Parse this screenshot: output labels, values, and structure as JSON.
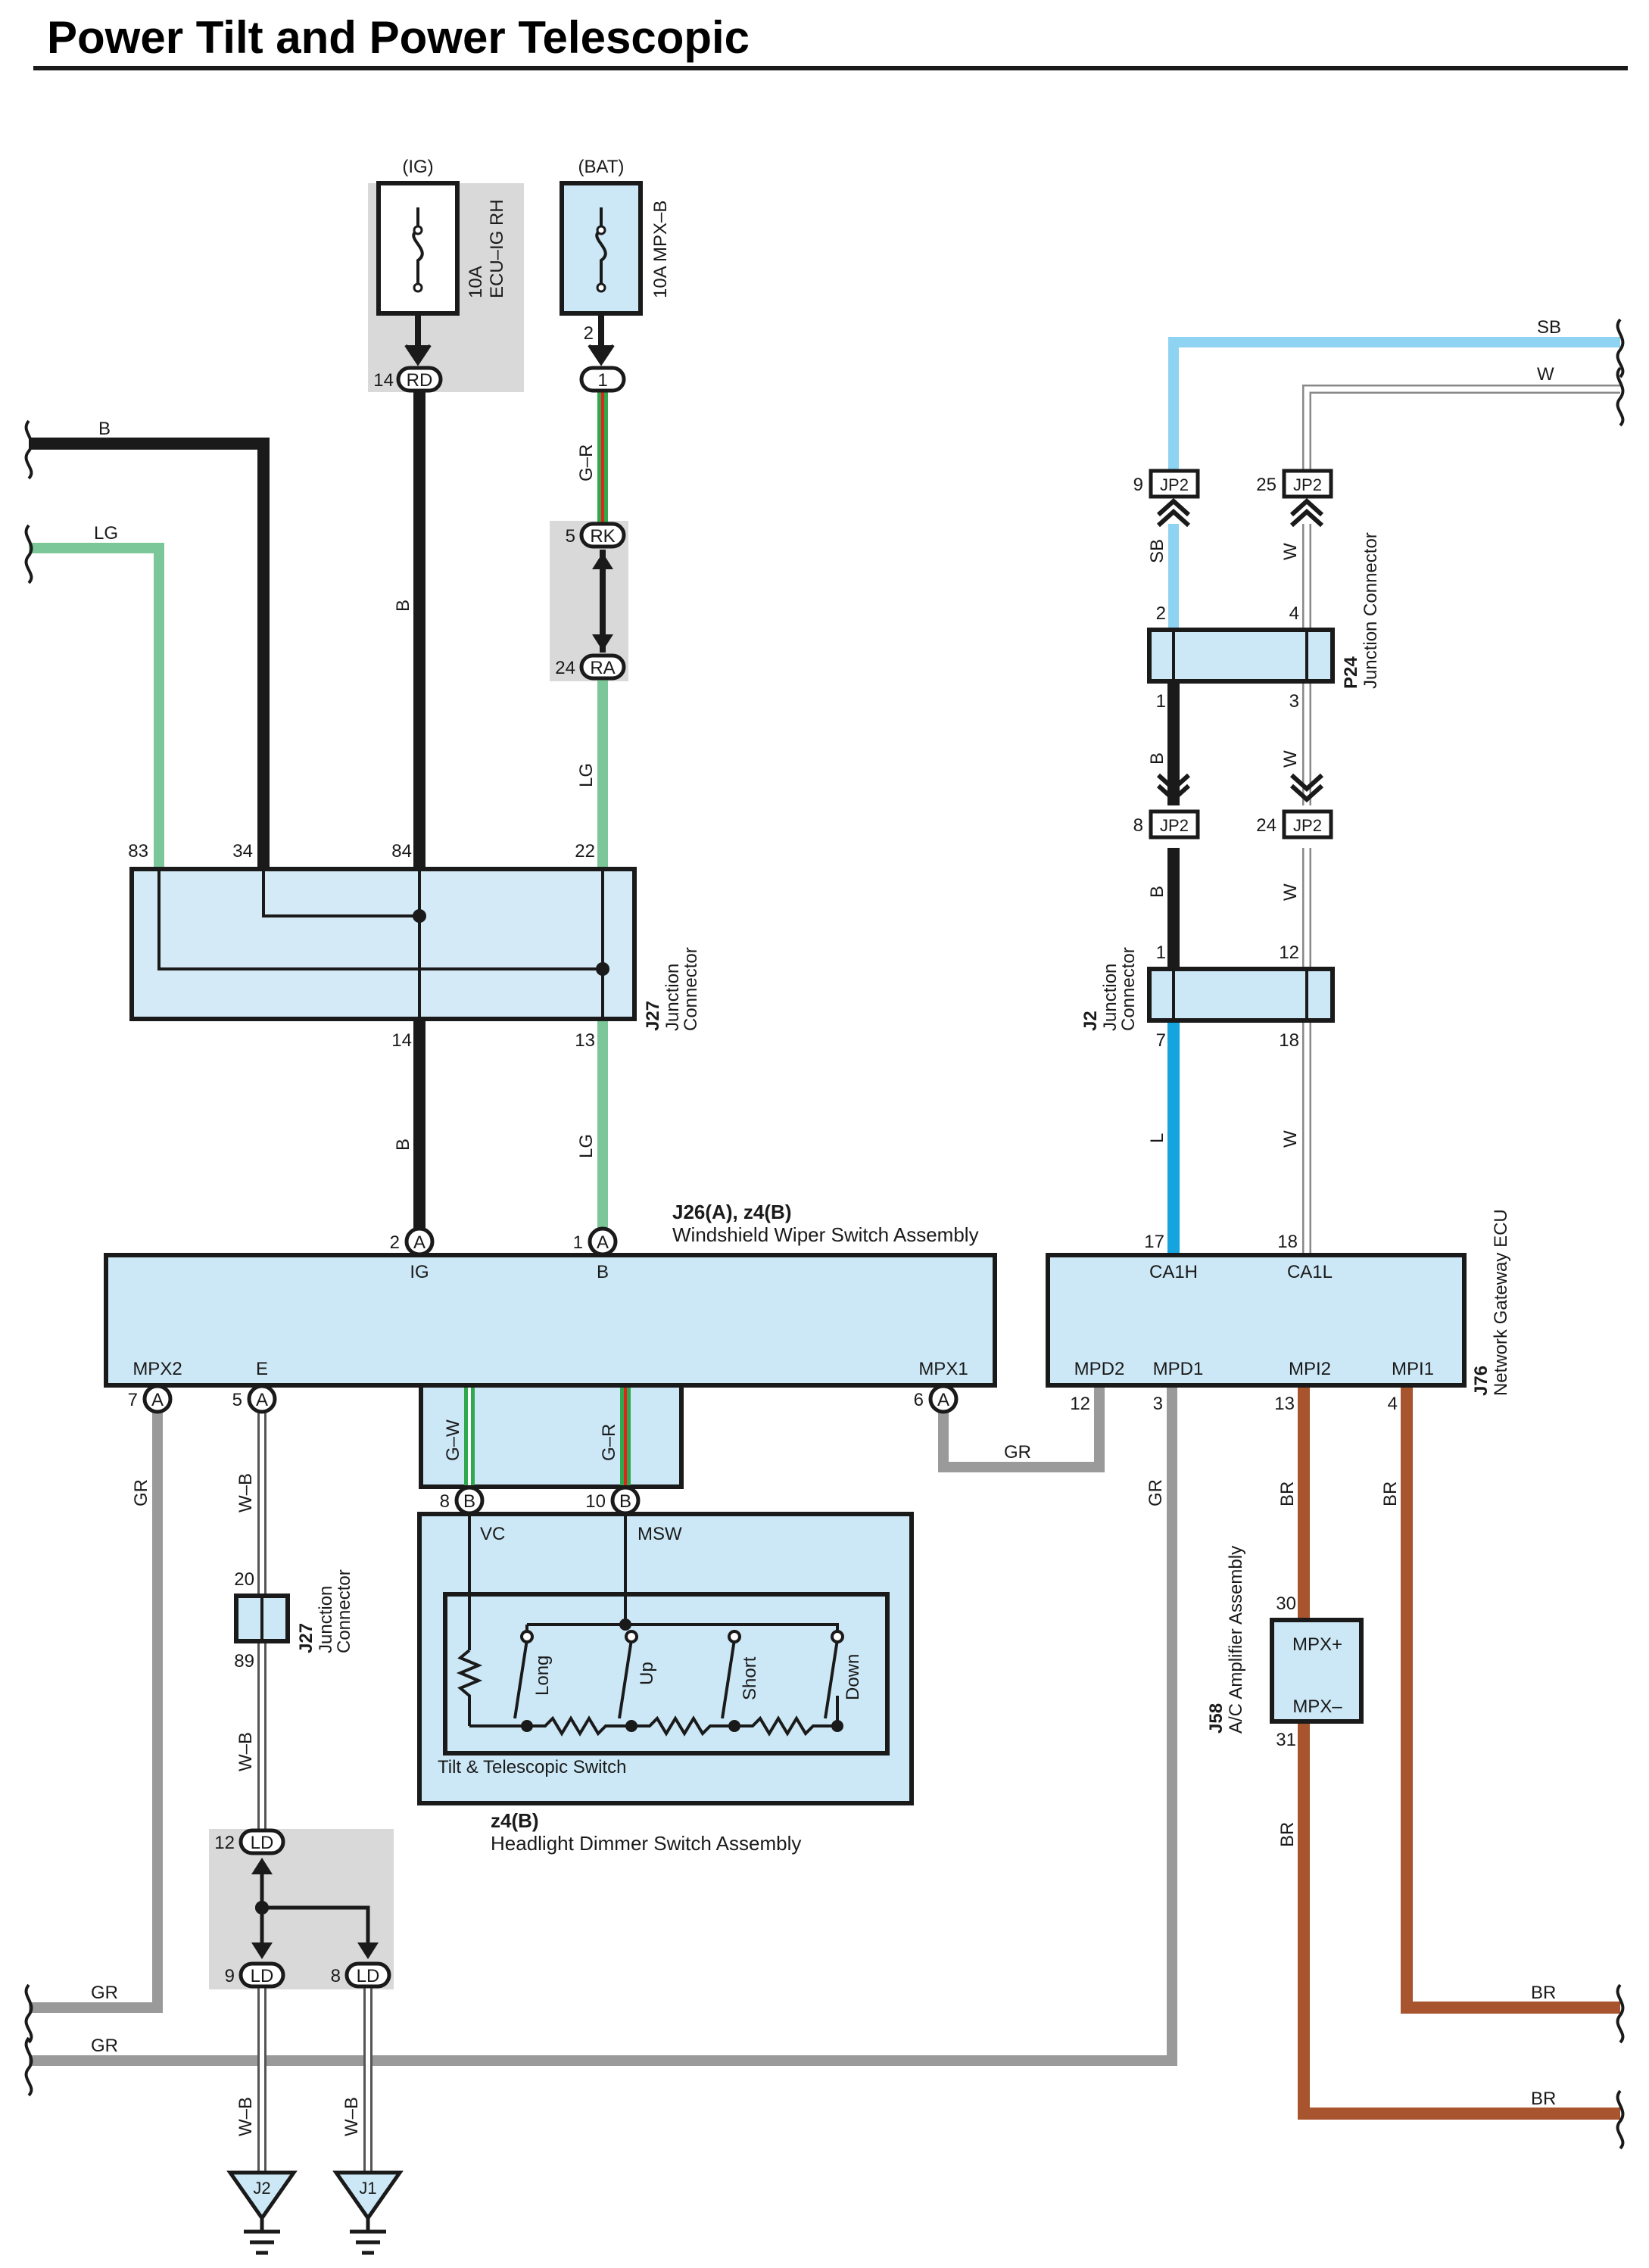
{
  "title": "Power Tilt and Power Telescopic",
  "colors": {
    "B": "#1a1a1a",
    "LG": "#7cc79a",
    "GR": "#9a9a9a",
    "SB": "#8fd3f2",
    "L": "#16a4e0",
    "W": "#ffffff",
    "BR": "#a8552f",
    "R": "#e2231a",
    "G": "#2fa84f",
    "box_fill": "#cce8f6",
    "shade": "#d9d9d9"
  },
  "fuses": {
    "ig": {
      "supply": "(IG)",
      "name_line1": "10A",
      "name_line2": "ECU–IG RH",
      "pin": "14",
      "conn": "RD"
    },
    "bat": {
      "supply": "(BAT)",
      "name": "10A MPX–B",
      "pin": "2",
      "conn": "1"
    }
  },
  "relay_conn": {
    "pin_top": "5",
    "conn_top": "RK",
    "pin_bottom": "24",
    "conn_bottom": "RA"
  },
  "j27_top": {
    "id": "J27",
    "label_line1": "Junction",
    "label_line2": "Connector",
    "pins_top": [
      "83",
      "34",
      "84",
      "22"
    ],
    "pins_bottom": [
      "14",
      "13"
    ]
  },
  "wiper_switch": {
    "id": "J26(A), z4(B)",
    "name": "Windshield Wiper Switch Assembly",
    "pin_ig": "2",
    "conn_ig": "A",
    "term_ig": "IG",
    "pin_b": "1",
    "conn_b": "A",
    "term_b": "B",
    "pin_mpx2": "7",
    "conn_mpx2": "A",
    "term_mpx2": "MPX2",
    "pin_e": "5",
    "conn_e": "A",
    "term_e": "E",
    "pin_mpx1": "6",
    "conn_mpx1": "A",
    "term_mpx1": "MPX1"
  },
  "gateway": {
    "id": "J76",
    "name": "Network Gateway ECU",
    "pin_ca1h": "17",
    "term_ca1h": "CA1H",
    "pin_ca1l": "18",
    "term_ca1l": "CA1L",
    "pin_mpd2": "12",
    "term_mpd2": "MPD2",
    "pin_mpd1": "3",
    "term_mpd1": "MPD1",
    "pin_mpi2": "13",
    "term_mpi2": "MPI2",
    "pin_mpi1": "4",
    "term_mpi1": "MPI1"
  },
  "jp2": {
    "conn": "JP2",
    "pin_sb_top": "9",
    "pin_w_top": "25",
    "pin_b_mid": "8",
    "pin_w_mid": "24"
  },
  "p24": {
    "id": "P24",
    "label": "Junction Connector",
    "pins": [
      "2",
      "4",
      "1",
      "3"
    ]
  },
  "j2": {
    "id": "J2",
    "label_line1": "Junction",
    "label_line2": "Connector",
    "pins": [
      "1",
      "12",
      "7",
      "18"
    ]
  },
  "j27_low": {
    "id": "J27",
    "label_line1": "Junction",
    "label_line2": "Connector",
    "pin_top": "20",
    "pin_bottom": "89"
  },
  "ld": {
    "conn": "LD",
    "pin_top": "12",
    "pin_left": "9",
    "pin_right": "8"
  },
  "dimmer": {
    "id": "z4(B)",
    "name": "Headlight Dimmer Switch Assembly",
    "pin_vc": "8",
    "conn_vc": "B",
    "term_vc": "VC",
    "pin_msw": "10",
    "conn_msw": "B",
    "term_msw": "MSW",
    "switch_name": "Tilt & Telescopic Switch",
    "positions": [
      "Long",
      "Up",
      "Short",
      "Down"
    ]
  },
  "amp": {
    "id": "J58",
    "name": "A/C Amplifier Assembly",
    "pin_top": "30",
    "term_top": "MPX+",
    "pin_bottom": "31",
    "term_bottom": "MPX–"
  },
  "grounds": [
    "J2",
    "J1"
  ],
  "wire_labels": {
    "b": "B",
    "lg": "LG",
    "gr": "G–R",
    "gw": "G–W",
    "gr_wire": "GR",
    "sb": "SB",
    "w": "W",
    "l": "L",
    "br": "BR",
    "wb": "W–B"
  }
}
